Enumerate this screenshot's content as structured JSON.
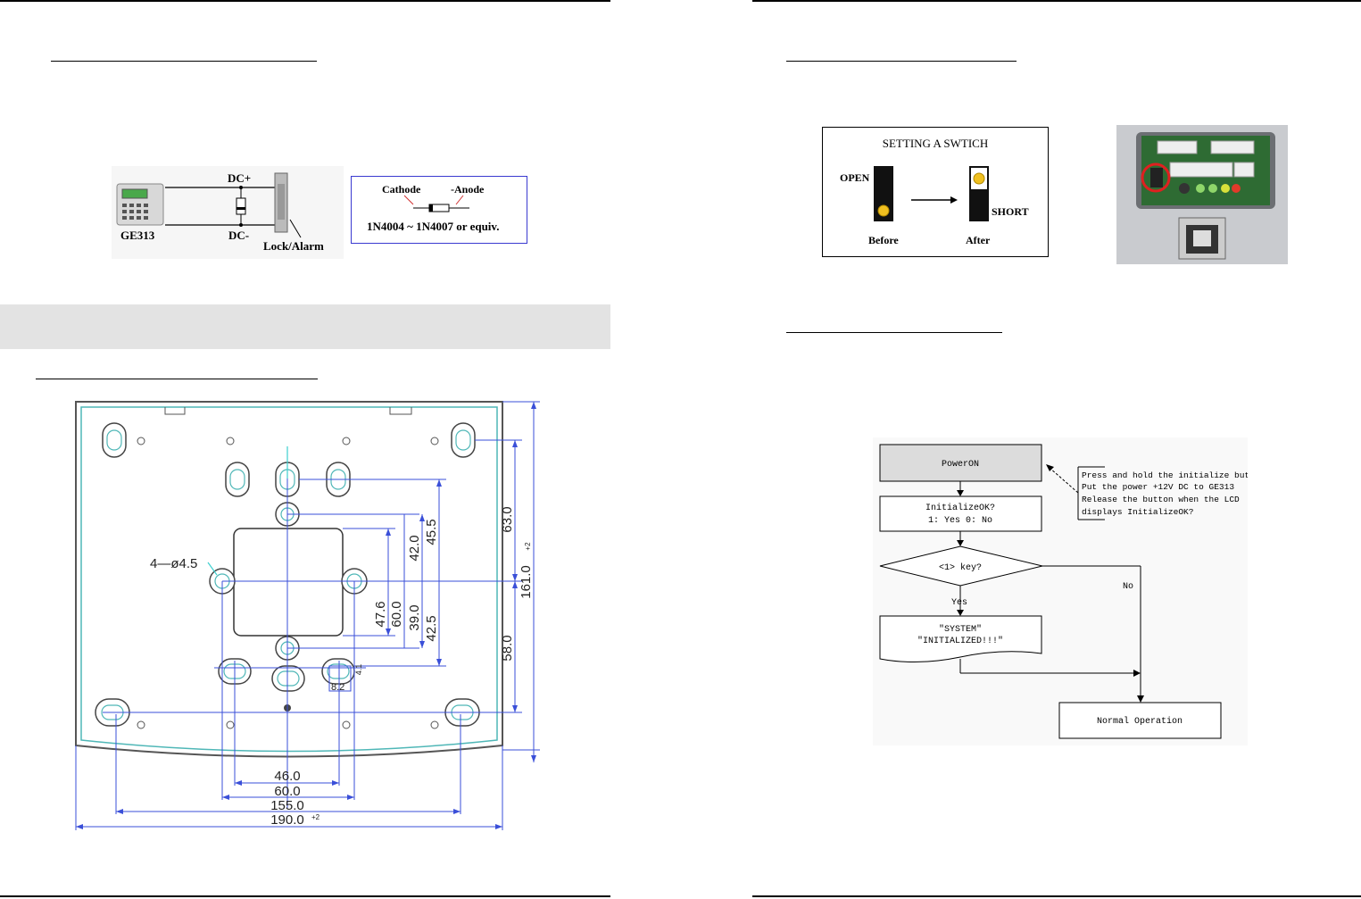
{
  "wiring": {
    "device_label": "GE313",
    "dc_plus": "DC+",
    "dc_minus": "DC-",
    "lock_label": "Lock/Alarm",
    "cathode": "Cathode",
    "anode": "-Anode",
    "diode_text": "1N4004 ~ 1N4007 or equiv."
  },
  "dimensions": {
    "hole_label": "4—ø4.5",
    "v_dims": [
      "63.0",
      "161.0",
      "58.0",
      "45.5",
      "42.0",
      "42.5",
      "39.0",
      "60.0",
      "47.6"
    ],
    "h_dims": [
      "46.0",
      "60.0",
      "155.0",
      "190.0"
    ],
    "small_dims": [
      "8.2",
      "4.1"
    ],
    "tolerance": "+2"
  },
  "switch_panel": {
    "title": "SETTING A SWTICH",
    "open_label": "OPEN",
    "short_label": "SHORT",
    "before_label": "Before",
    "after_label": "After"
  },
  "flowchart": {
    "power_on": "PowerON",
    "initialize_q_line1": "InitializeOK?",
    "initialize_q_line2": "1: Yes 0: No",
    "key_q": "<1> key?",
    "no_label": "No",
    "yes_label": "Yes",
    "system_line1": "\"SYSTEM\"",
    "system_line2": "\"INITIALIZED!!!\"",
    "normal": "Normal  Operation",
    "note_line1": "Press and hold the initialize button",
    "note_line2": "Put the power +12V DC to GE313",
    "note_line3": "Release the button when the LCD",
    "note_line4": "displays InitializeOK?"
  },
  "colors": {
    "dim_line": "#3a4fd8",
    "leader": "#3ccfcf",
    "box_border": "#3a3ad0",
    "led_yellow": "#f0c020",
    "pcb_green": "#2e6b33"
  }
}
